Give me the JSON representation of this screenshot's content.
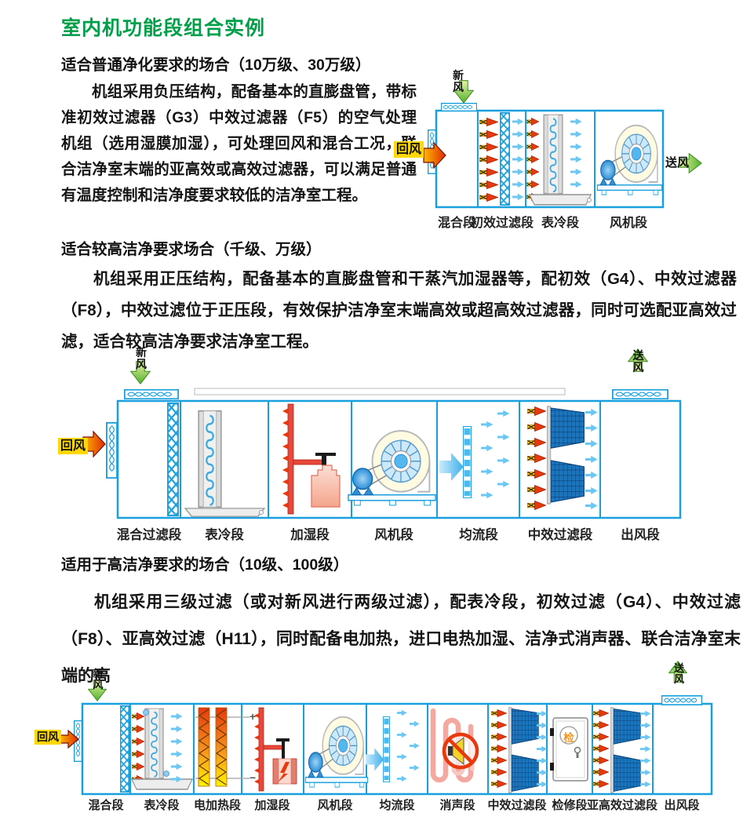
{
  "page": {
    "title": "室内机功能段组合实例"
  },
  "colors": {
    "accent_green": "#00A04A",
    "diagram_blue": "#18A0DE",
    "filter_dark_blue": "#1B75BC",
    "arrow_orange_head": "#E8380D",
    "arrow_yellow_tail": "#FFD400",
    "arrow_light_blue": "#6CC8F2",
    "fresh_air_green": "#6CBE45",
    "return_label_yellow": "#FFD800",
    "humidifier_red": "#E8483B"
  },
  "sections": [
    {
      "heading": "适合普通净化要求的场合（10万级、30万级）",
      "paragraph": "机组采用负压结构，配备基本的直膨盘管，带标准初效过滤器（G3）中效过滤器（F5）的空气处理机组（选用湿膜加湿），可处理回风和混合工况，联合洁净室末端的亚高效或高效过滤器，可以满足普通有温度控制和洁净度要求较低的洁净室工程。",
      "diagram": {
        "fresh_air": "新风",
        "return_air": "回风",
        "supply_air": "送风",
        "segments": [
          "混合段",
          "初效过滤段",
          "表冷段",
          "风机段"
        ]
      }
    },
    {
      "heading": "适合较高洁净要求场合（千级、万级）",
      "paragraph": "机组采用正压结构，配备基本的直膨盘管和干蒸汽加湿器等，配初效（G4）、中效过滤器（F8），中效过滤位于正压段，有效保护洁净室末端高效或超高效过滤器，同时可选配亚高效过滤，适合较高洁净要求洁净室工程。",
      "diagram": {
        "fresh_air": "新风",
        "return_air": "回风",
        "supply_air": "送风",
        "segments": [
          "混合过滤段",
          "表冷段",
          "加湿段",
          "风机段",
          "均流段",
          "中效过滤段",
          "出风段"
        ]
      }
    },
    {
      "heading": "适用于高洁净要求的场合（10级、100级）",
      "paragraph": "机组采用三级过滤（或对新风进行两级过滤），配表冷段，初效过滤（G4）、中效过滤（F8）、亚高效过滤（H11），同时配备电加热，进口电热加湿、洁净式消声器、联合洁净室末端的高",
      "diagram": {
        "fresh_air": "新风",
        "return_air": "回风",
        "supply_air": "送风",
        "door_label": "检",
        "heater_plus": "+",
        "heater_minus": "−",
        "segments": [
          "混合段",
          "表冷段",
          "电加热段",
          "加湿段",
          "风机段",
          "均流段",
          "消声段",
          "中效过滤段",
          "检修段",
          "亚高效过滤段",
          "出风段"
        ]
      }
    }
  ]
}
